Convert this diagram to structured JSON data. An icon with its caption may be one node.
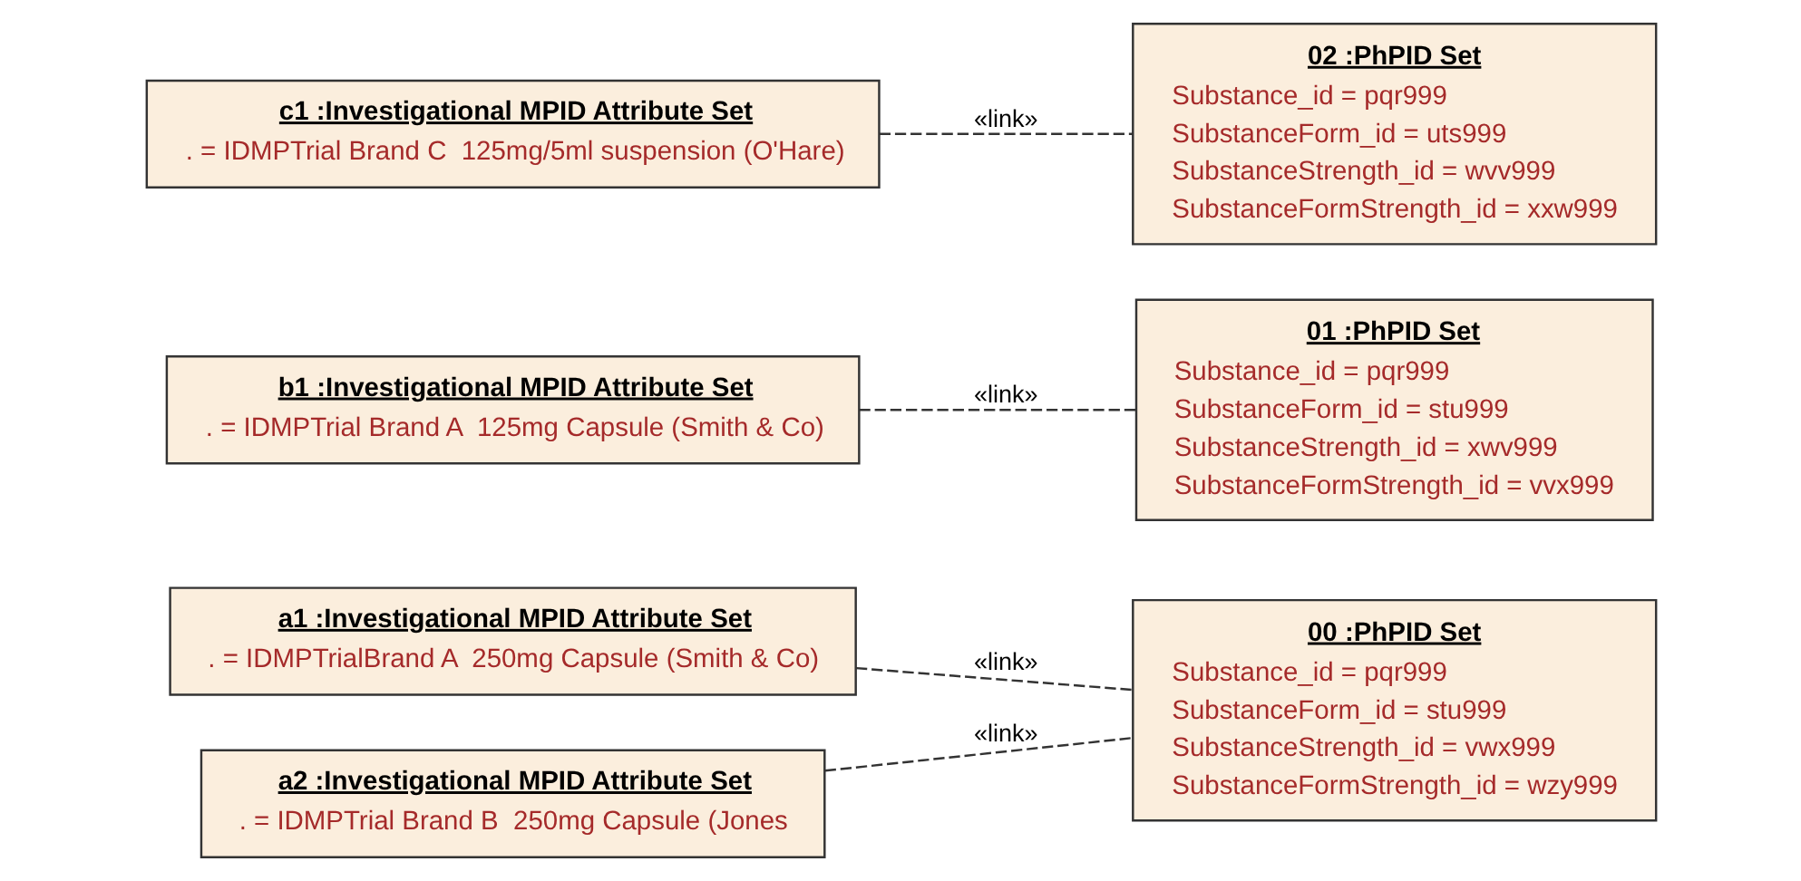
{
  "diagram": {
    "nodes": [
      {
        "text": [
          "a1 :Investigational MPID Attribute Set",
          ". = IDMPTrialBrand A  250mg Capsule (Smith & Co)"
        ]
      },
      {
        "text": [
          "00 :PhPID Set",
          "Substance_id = pqr999",
          "SubstanceForm_id = stu999",
          "SubstanceStrength_id = vwx999",
          "SubstanceFormStrength_id = wzy999"
        ]
      },
      {
        "text": [
          "a2 :Investigational MPID Attribute Set",
          ". = IDMPTrial Brand B  250mg Capsule (Jones"
        ]
      },
      {
        "text": [
          "b1 :Investigational MPID Attribute Set",
          ". = IDMPTrial Brand A  125mg Capsule (Smith & Co)"
        ]
      },
      {
        "text": [
          "01 :PhPID Set",
          "Substance_id = pqr999",
          "SubstanceForm_id = stu999",
          "SubstanceStrength_id = xwv999",
          "SubstanceFormStrength_id = vvx999"
        ]
      },
      {
        "text": [
          "c1 :Investigational MPID Attribute Set",
          ". = IDMPTrial Brand C  125mg/5ml suspension (O'Hare)"
        ]
      },
      {
        "text": [
          "02 :PhPID Set",
          "Substance_id = pqr999",
          "SubstanceForm_id = uts999",
          "SubstanceStrength_id = wvv999",
          "SubstanceFormStrength_id = xxw999"
        ]
      }
    ],
    "edges": [
      {
        "from": 0,
        "to": 1,
        "arrow": "none",
        "label": "«link»",
        "style": "dashed"
      },
      {
        "from": 2,
        "to": 1,
        "arrow": "none",
        "label": "«link»",
        "style": "dashed"
      },
      {
        "from": 3,
        "to": 4,
        "arrow": "none",
        "label": "«link»",
        "style": "dashed"
      },
      {
        "from": 5,
        "to": 6,
        "arrow": "none",
        "label": "«link»",
        "style": "dashed"
      }
    ]
  }
}
